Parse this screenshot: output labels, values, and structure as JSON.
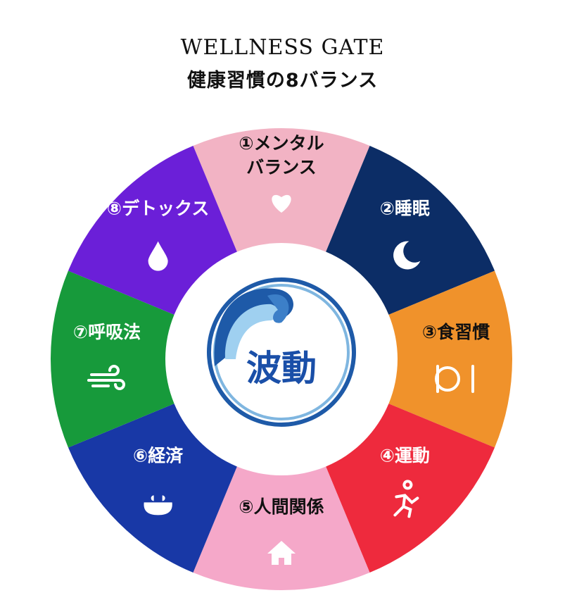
{
  "title": "WELLNESS GATE",
  "subtitle": "健康習慣の8バランス",
  "center": {
    "label": "波動",
    "color": "#1a4fa8"
  },
  "segments": [
    {
      "lines": [
        "①メンタル",
        "バランス"
      ],
      "icon": "heart-icon",
      "color": "#f2b3c4",
      "text_color": "#111111"
    },
    {
      "lines": [
        "②睡眠"
      ],
      "icon": "moon-icon",
      "color": "#0c2d66",
      "text_color": "#ffffff"
    },
    {
      "lines": [
        "③食習慣"
      ],
      "icon": "plate-fork-knife-icon",
      "color": "#f0922b",
      "text_color": "#111111"
    },
    {
      "lines": [
        "④運動"
      ],
      "icon": "runner-icon",
      "color": "#ee2a3d",
      "text_color": "#ffffff"
    },
    {
      "lines": [
        "⑤人間関係"
      ],
      "icon": "house-icon",
      "color": "#f5a8c9",
      "text_color": "#111111"
    },
    {
      "lines": [
        "⑥経済"
      ],
      "icon": "purse-icon",
      "color": "#1838a6",
      "text_color": "#ffffff"
    },
    {
      "lines": [
        "⑦呼吸法"
      ],
      "icon": "wind-icon",
      "color": "#179a3b",
      "text_color": "#ffffff"
    },
    {
      "lines": [
        "⑧デトックス"
      ],
      "icon": "water-drop-icon",
      "color": "#6b1fd8",
      "text_color": "#ffffff"
    }
  ]
}
